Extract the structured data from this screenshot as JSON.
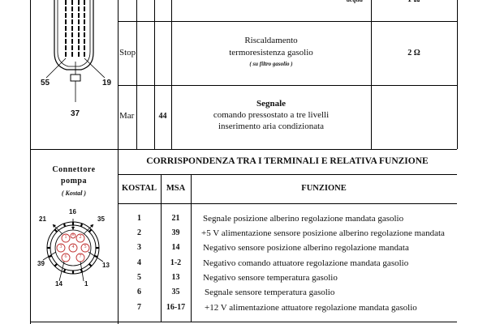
{
  "top_row": {
    "cut_text": "acqua",
    "cut_value": "1 Ω"
  },
  "rows": [
    {
      "kostal": "Stop",
      "msa": "",
      "lines": [
        "Riscaldamento",
        "termoresistenza gasolio"
      ],
      "note": "( su filtro gasolio )",
      "value": "2 Ω"
    },
    {
      "kostal": "Mar",
      "msa": "44",
      "title": "Segnale",
      "lines": [
        "comando pressostato a tre livelli",
        "inserimento aria condizionata"
      ]
    }
  ],
  "connector_top": {
    "left": "55",
    "right": "19",
    "bottom": "37"
  },
  "section": {
    "title": "CORRISPONDENZA TRA I TERMINALI   E RELATIVA FUNZIONE",
    "headers": {
      "kostal": "KOSTAL",
      "msa": "MSA",
      "funzione": "FUNZIONE"
    },
    "rows": [
      {
        "kostal": "1",
        "msa": "21",
        "funzione": "Segnale posizione alberino regolazione mandata gasolio"
      },
      {
        "kostal": "2",
        "msa": "39",
        "funzione": "+5 V alimentazione sensore posizione alberino regolazione mandata"
      },
      {
        "kostal": "3",
        "msa": "14",
        "funzione": "Negativo sensore posizione alberino regolazione mandata"
      },
      {
        "kostal": "4",
        "msa": "1-2",
        "funzione": "Negativo comando attuatore regolazione mandata gasolio"
      },
      {
        "kostal": "5",
        "msa": "13",
        "funzione": "Negativo sensore temperatura gasolio"
      },
      {
        "kostal": "6",
        "msa": "35",
        "funzione": "Segnale sensore temperatura gasolio"
      },
      {
        "kostal": "7",
        "msa": "16-17",
        "funzione": "+12 V alimentazione attuatore regolazione mandata gasolio"
      }
    ]
  },
  "connector_pompa": {
    "title_1": "Connettore",
    "title_2": "pompa",
    "subtitle": "( Kostal )",
    "pins": {
      "top": "16",
      "top_left": "21",
      "top_right": "35",
      "left": "39",
      "right": "13",
      "bottom_left": "14",
      "bottom": "1"
    },
    "inner": [
      "1",
      "2",
      "3",
      "4",
      "5",
      "6",
      "7",
      "8"
    ]
  }
}
